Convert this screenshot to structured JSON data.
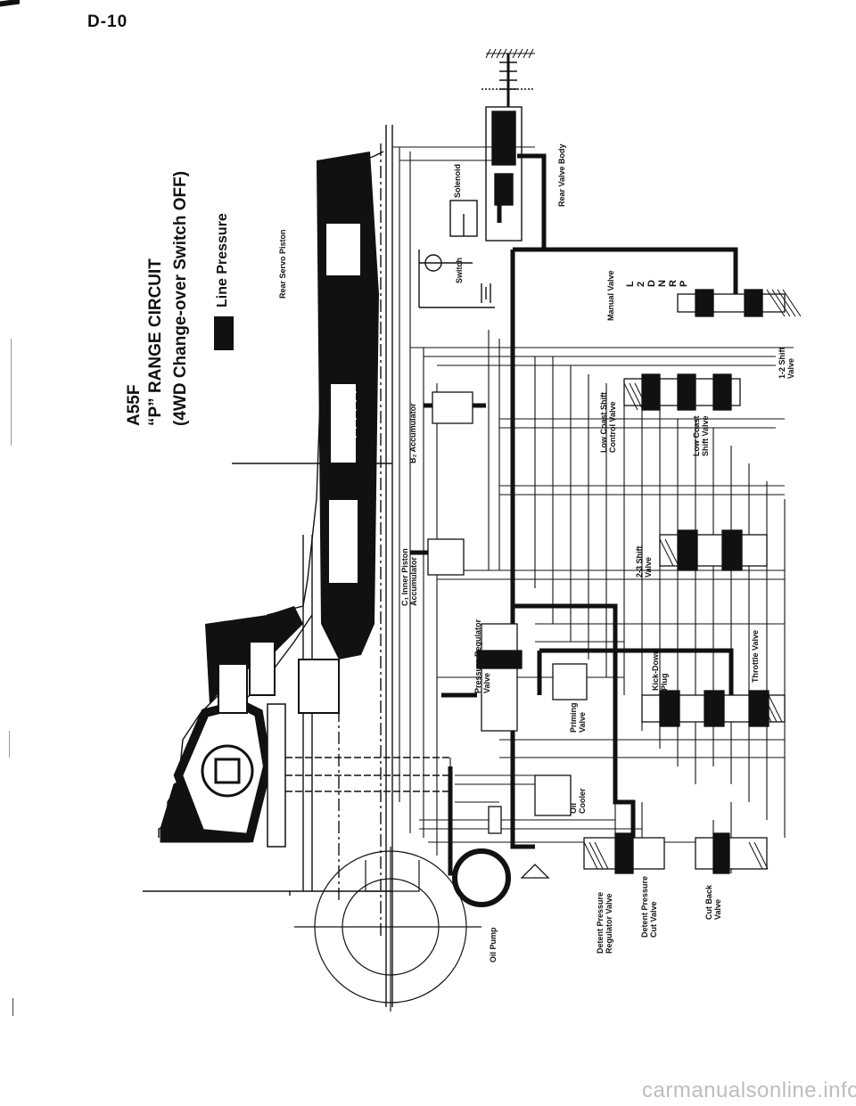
{
  "page": {
    "number": "D-10"
  },
  "title": {
    "model": "A55F",
    "circuit": "“P” RANGE CIRCUIT",
    "subtitle": "(4WD Change-over Switch OFF)"
  },
  "legend": {
    "label": "Line Pressure",
    "color": "#111111"
  },
  "labels": {
    "rear_servo_piston": "Rear Servo Piston",
    "solenoid": "Solenoid",
    "switch": "Switch",
    "rear_valve_body": "Rear Valve Body",
    "manual_valve": "Manual Valve",
    "b2_accumulator": "B₂ Accumulator",
    "low_coast_shift_control_valve": "Low Coast Shift\nControl Valve",
    "low_coast_shift_valve": "Low Coast\nShift Valve",
    "one_two_shift_valve": "1-2 Shift\nValve",
    "c1_inner_piston_accumulator": "C₁ Inner Piston\nAccumulator",
    "two_three_shift_valve": "2-3 Shift\nValve",
    "pressure_regulator_valve": "Pressure Regulator\nValve",
    "kick_down_plug": "Kick-Down\nPlug",
    "throttle_valve": "Throttle Valve",
    "priming_valve": "Priming\nValve",
    "oil_cooler": "Oil\nCooler",
    "oil_pump": "Oil Pump",
    "detent_pressure_regulator_valve": "Detent Pressure\nRegulator Valve",
    "detent_pressure_cut_valve": "Detent Pressure\nCut Valve",
    "cut_back_valve": "Cut Back\nValve"
  },
  "manual_valve_positions": [
    "L",
    "2",
    "D",
    "N",
    "R",
    "P"
  ],
  "watermark": "carmanualsonline.info"
}
